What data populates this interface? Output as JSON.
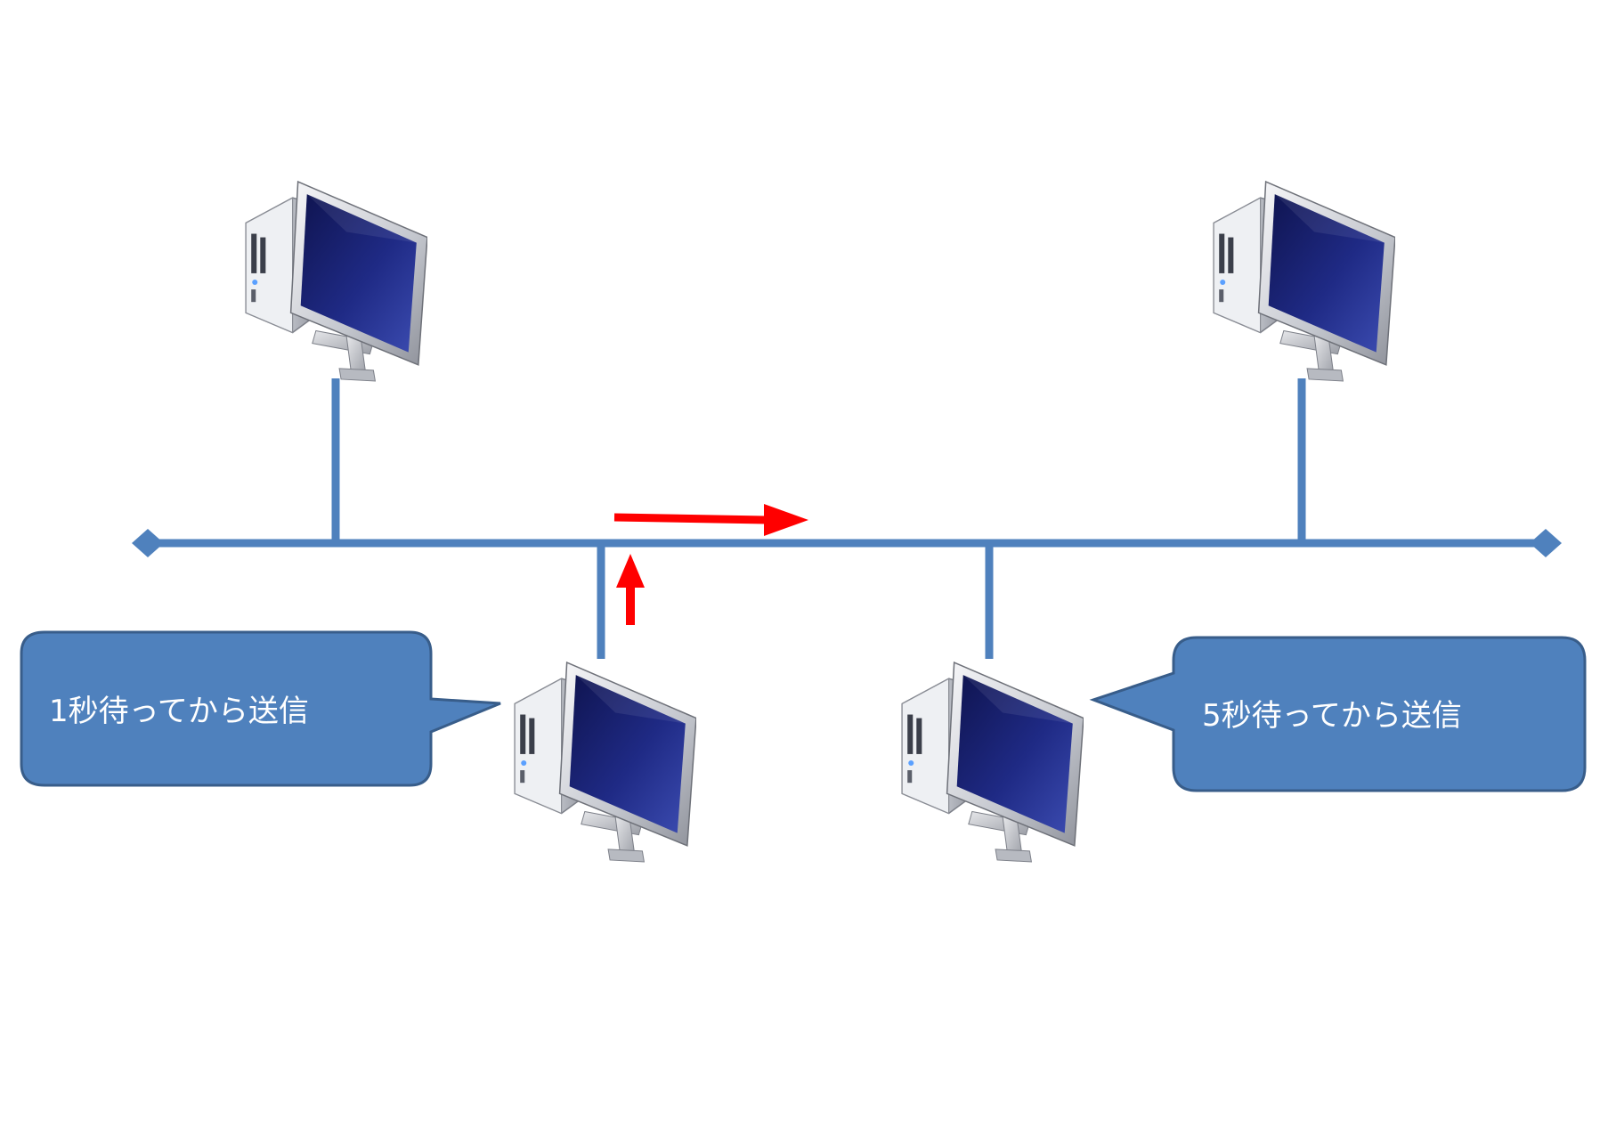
{
  "diagram": {
    "colors": {
      "bus": "#4F81BD",
      "arrow": "#FF0000",
      "callout_fill": "#4F81BD",
      "callout_stroke": "#385D8A",
      "callout_text": "#FFFFFF",
      "screen": "#1A1F6B"
    },
    "nodes": [
      {
        "name": "computer-top-left",
        "icon": "desktop-computer-icon"
      },
      {
        "name": "computer-top-right",
        "icon": "desktop-computer-icon"
      },
      {
        "name": "computer-bottom-left",
        "icon": "desktop-computer-icon"
      },
      {
        "name": "computer-bottom-right",
        "icon": "desktop-computer-icon"
      }
    ],
    "callouts": {
      "left": {
        "text": "1秒待ってから送信"
      },
      "right": {
        "text": "5秒待ってから送信"
      }
    },
    "arrows": [
      {
        "name": "arrow-right",
        "direction": "right"
      },
      {
        "name": "arrow-up",
        "direction": "up"
      }
    ]
  }
}
